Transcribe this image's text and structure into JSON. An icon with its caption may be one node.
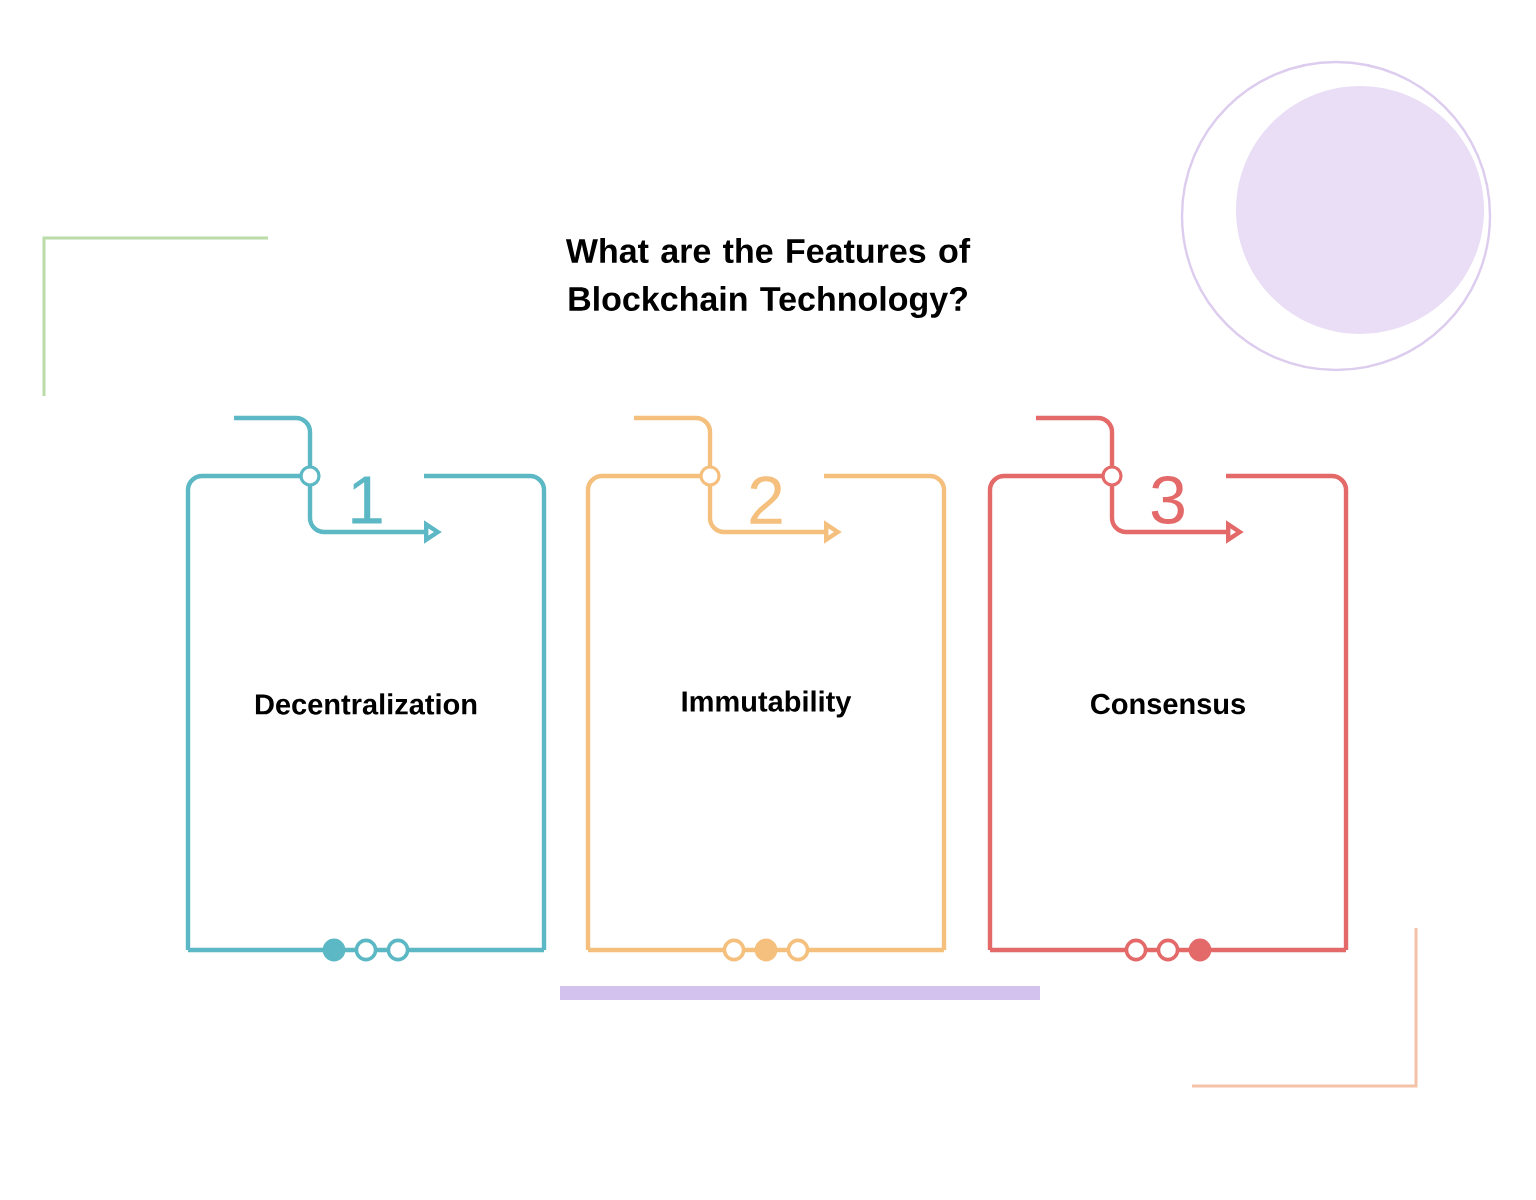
{
  "diagram": {
    "title": "What are the Features of Blockchain Technology?",
    "nodes": [
      {
        "text": [
          "1",
          "Decentralization"
        ]
      },
      {
        "text": [
          "2",
          "Immutability"
        ]
      },
      {
        "text": [
          "3",
          "Consensus"
        ]
      }
    ]
  }
}
